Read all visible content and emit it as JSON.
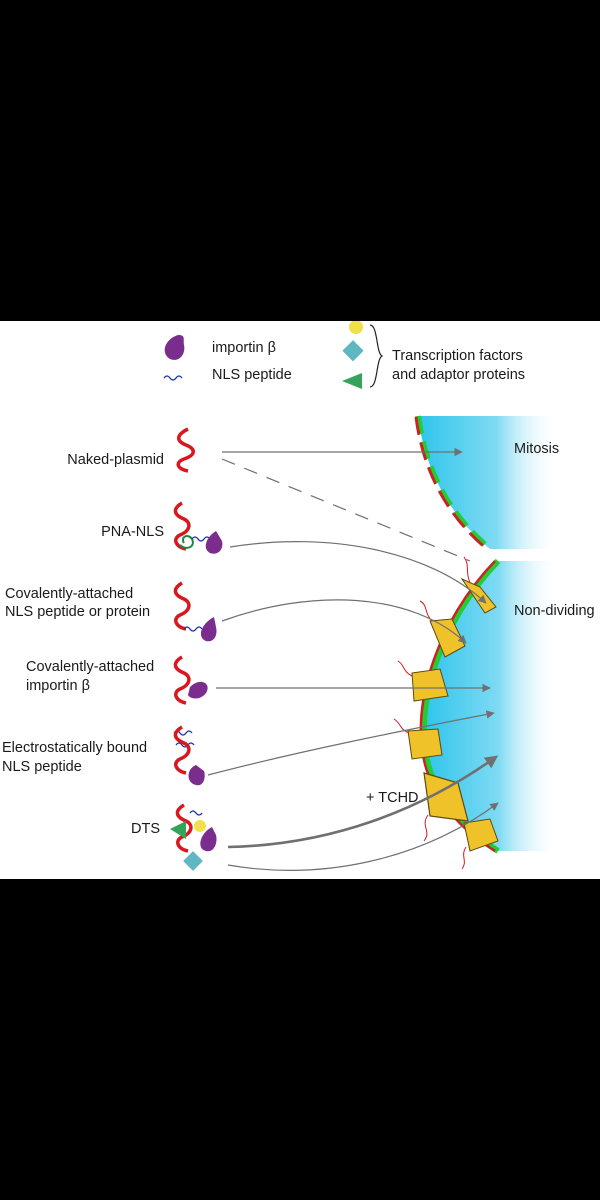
{
  "legend": {
    "importin": "importin β",
    "nls_peptide": "NLS peptide",
    "transcription_factors_line1": "Transcription factors",
    "transcription_factors_line2": "and adaptor proteins"
  },
  "constructs": {
    "naked_plasmid": "Naked-plasmid",
    "pna_nls": "PNA-NLS",
    "covalent_nls_line1": "Covalently-attached",
    "covalent_nls_line2": "NLS peptide or protein",
    "covalent_importin_line1": "Covalently-attached",
    "covalent_importin_line2": "importin β",
    "electrostatic_line1": "Electrostatically bound",
    "electrostatic_line2": "NLS peptide",
    "dts": "DTS"
  },
  "outcomes": {
    "mitosis": "Mitosis",
    "non_dividing": "Non-dividing",
    "tchd": "+ TCHD"
  },
  "colors": {
    "dna": "#d8171f",
    "importin": "#7b2d8e",
    "nls": "#2233aa",
    "pna": "#1e8a3a",
    "nuclear_pore": "#f0c22a",
    "nuclear_membrane_green": "#22cc33",
    "nuclear_membrane_red": "#cc2222",
    "nucleus": "#2ec5ec",
    "transcription_factor_yellow": "#f2e04a",
    "transcription_factor_teal": "#5fb7c2",
    "transcription_factor_green": "#35a35a",
    "arrow": "#707070"
  }
}
